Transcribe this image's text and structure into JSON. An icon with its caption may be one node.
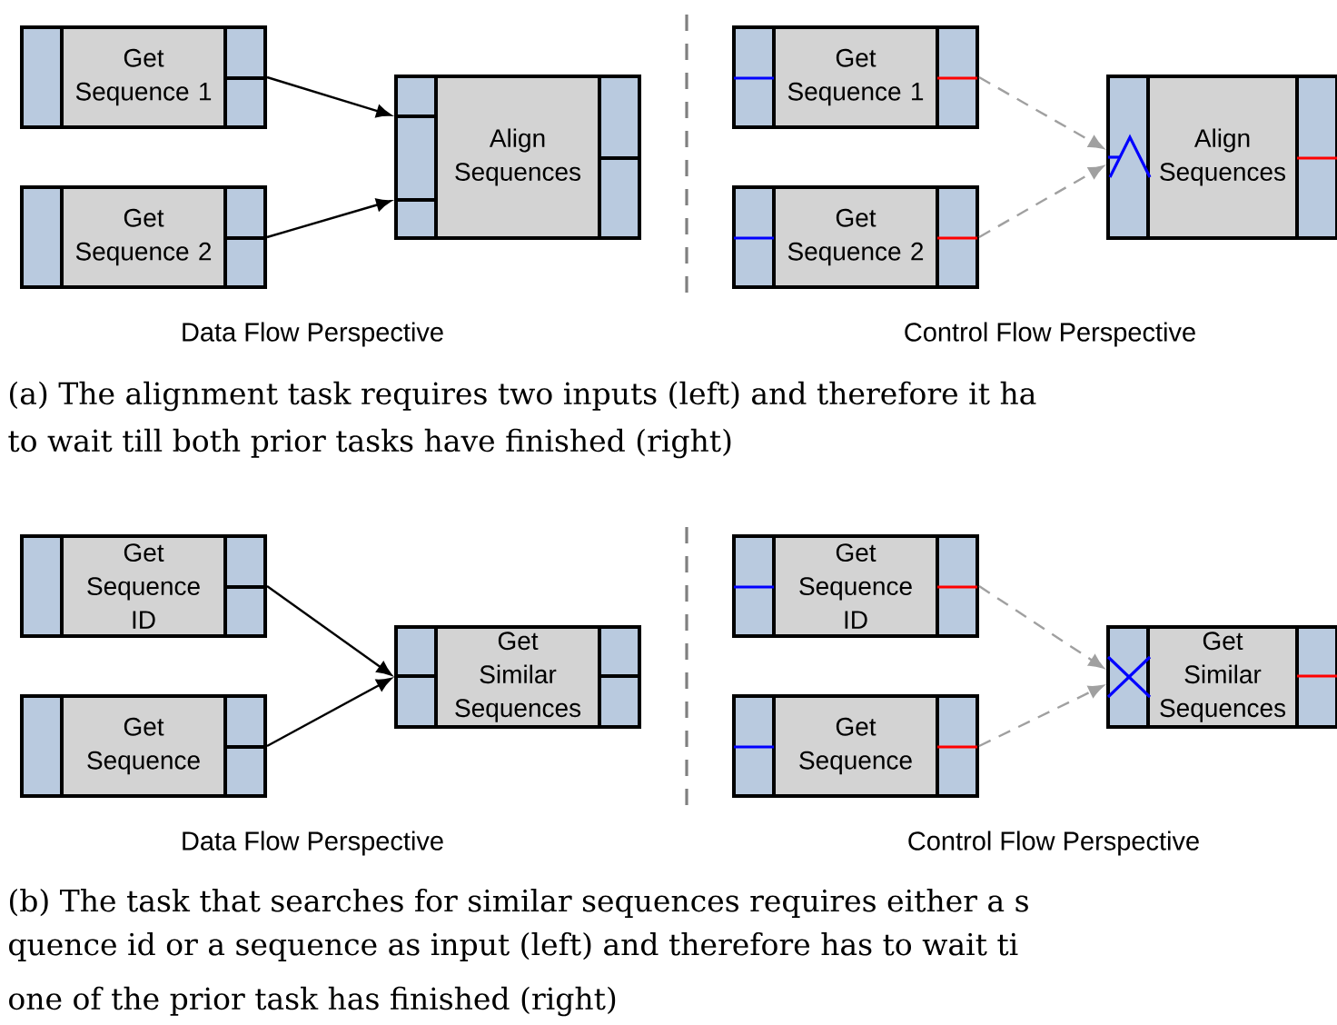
{
  "diagram": {
    "nodes": [
      {
        "text": [
          "Get Sequence 1"
        ]
      },
      {
        "text": [
          "Align Sequences"
        ]
      },
      {
        "text": [
          "Get Sequence 2"
        ]
      },
      {
        "text": [
          "Get Sequence 1"
        ]
      },
      {
        "text": [
          "Align Sequences"
        ]
      },
      {
        "text": [
          "Get Sequence 2"
        ]
      },
      {
        "text": [
          "Get Sequence ID"
        ]
      },
      {
        "text": [
          "Get Similar Sequences"
        ]
      },
      {
        "text": [
          "Get Sequence"
        ]
      },
      {
        "text": [
          "Get Sequence ID"
        ]
      },
      {
        "text": [
          "Get Similar Sequences"
        ]
      },
      {
        "text": [
          "Get Sequence"
        ]
      }
    ],
    "edges": [
      {
        "from": 0,
        "to": 1,
        "arrow": "to"
      },
      {
        "from": 2,
        "to": 1,
        "arrow": "to"
      },
      {
        "from": 3,
        "to": 4,
        "arrow": "to",
        "style": "dashed",
        "color": "#a0a0a0"
      },
      {
        "from": 5,
        "to": 4,
        "arrow": "to",
        "style": "dashed",
        "color": "#a0a0a0"
      },
      {
        "from": 6,
        "to": 7,
        "arrow": "to"
      },
      {
        "from": 8,
        "to": 7,
        "arrow": "to"
      },
      {
        "from": 9,
        "to": 10,
        "arrow": "to",
        "style": "dashed",
        "color": "#a0a0a0"
      },
      {
        "from": 11,
        "to": 10,
        "arrow": "to",
        "style": "dashed",
        "color": "#a0a0a0"
      }
    ],
    "labels": [
      "Data Flow Perspective",
      "Control Flow Perspective",
      "(a) The alignment task requires two inputs (left) and therefore it ha",
      "to wait till both prior tasks have finished (right)",
      "Data Flow Perspective",
      "Control Flow Perspective",
      "(b) The task that searches for similar sequences requires either a s",
      "quence id or a sequence as input (left) and therefore has to wait ti",
      "one of the prior task has finished (right)"
    ]
  }
}
